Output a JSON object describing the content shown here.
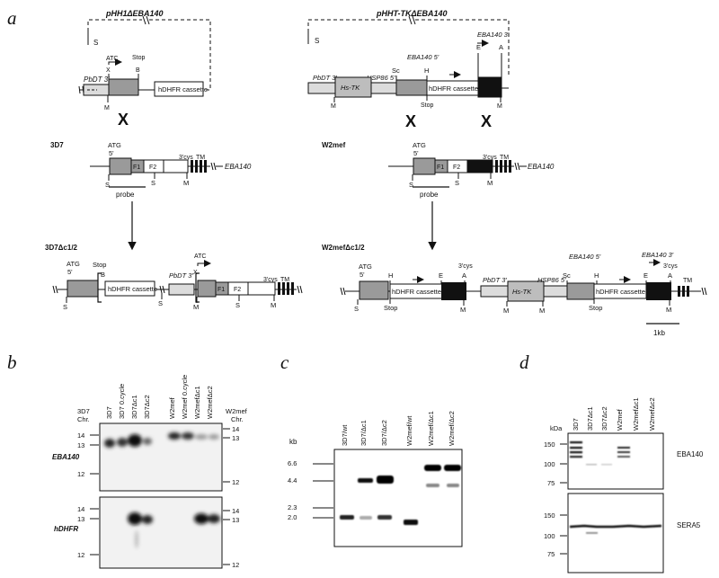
{
  "panels": {
    "a": "a",
    "b": "b",
    "c": "c",
    "d": "d"
  },
  "a": {
    "plasmid1": {
      "title": "pHH1ΔEBA140",
      "S": "S",
      "ATC": "ATC",
      "Stop": "Stop",
      "X": "X",
      "B": "B",
      "M": "M",
      "PbDT3": "PbDT 3'",
      "hDHFR": "hDHFR cassette",
      "cross": "X"
    },
    "plasmid2": {
      "title": "pHHT-TKΔEBA140",
      "S": "S",
      "PbDT3": "PbDT 3'",
      "HSP86": "HSP86 5'",
      "HsTK": "Hs-TK",
      "EBA5": "EBA140 5'",
      "EBA3": "EBA140 3'",
      "Sc": "Sc",
      "H": "H",
      "E": "E",
      "A": "A",
      "hDHFR": "hDHFR cassette",
      "M1": "M",
      "M2": "M",
      "Stop": "Stop",
      "cross1": "X",
      "cross2": "X"
    },
    "locus1": {
      "strain": "3D7",
      "ATG": "ATG",
      "five": "5'",
      "F1": "F1",
      "F2": "F2",
      "cys": "3'cys",
      "TM": "TM",
      "gene": "EBA140",
      "S1": "S",
      "S2": "S",
      "M": "M",
      "probe": "probe"
    },
    "locus2": {
      "strain": "W2mef",
      "ATG": "ATG",
      "five": "5'",
      "F1": "F1",
      "F2": "F2",
      "cys": "3'cys",
      "TM": "TM",
      "gene": "EBA140",
      "S1": "S",
      "S2": "S",
      "M": "M",
      "probe": "probe"
    },
    "mut1": {
      "strain": "3D7Δc1/2",
      "ATG": "ATG",
      "five": "5'",
      "Stop": "Stop",
      "B": "B",
      "hDHFR": "hDHFR cassette",
      "PbDT3": "PbDT 3'",
      "ATC": "ATC",
      "X": "X",
      "F1": "F1",
      "F2": "F2",
      "cys": "3'cys",
      "TM": "TM",
      "S1": "S",
      "S2": "S",
      "S3": "S",
      "M1": "M",
      "M2": "M"
    },
    "mut2": {
      "strain": "W2mefΔc1/2",
      "ATG": "ATG",
      "five": "5'",
      "H1": "H",
      "E": "E",
      "cys1": "3'cys",
      "A1": "A",
      "hDHFR1": "hDHFR cassette",
      "Stop1": "Stop",
      "PbDT3": "PbDT 3'",
      "HsTK": "Hs-TK",
      "HSP86": "HSP86 5'",
      "Sc": "Sc",
      "EBA5": "EBA140 5'",
      "EBA3": "EBA140 3'",
      "H2": "H",
      "hDHFR2": "hDHFR cassette",
      "Stop2": "Stop",
      "E2": "E",
      "cys2": "3'cys",
      "A2": "A",
      "TM": "TM",
      "S": "S",
      "M1": "M",
      "M2": "M",
      "M3": "M",
      "M4": "M",
      "scale": "1kb"
    }
  },
  "b": {
    "lanes": [
      "3D7",
      "3D7 0.cycle",
      "3D7Δc1",
      "3D7Δc2",
      "W2mef",
      "W2mef 0.cycle",
      "W2mefΔc1",
      "W2mefΔc2"
    ],
    "left_header": [
      "3D7",
      "Chr."
    ],
    "right_header": [
      "W2mef",
      "Chr."
    ],
    "top_label": "EBA140",
    "bottom_label": "hDHFR",
    "top_left_ticks": [
      "14",
      "13",
      "12"
    ],
    "top_right_ticks": [
      "14",
      "13",
      "12"
    ],
    "bottom_left_ticks": [
      "14",
      "13",
      "12"
    ],
    "bottom_right_ticks": [
      "14",
      "13",
      "12"
    ]
  },
  "c": {
    "unit": "kb",
    "lanes": [
      "3D7/wt",
      "3D7/Δc1",
      "3D7/Δc2",
      "W2mef/wt",
      "W2mef/Δc1",
      "W2mef/Δc2"
    ],
    "ticks": [
      "6.6",
      "4.4",
      "2.3",
      "2.0"
    ]
  },
  "d": {
    "unit": "kDa",
    "lanes": [
      "3D7",
      "3D7Δc1",
      "3D7Δc2",
      "W2mef",
      "W2mefΔc1",
      "W2mefΔc2"
    ],
    "top_ticks": [
      "150",
      "100",
      "75"
    ],
    "bottom_ticks": [
      "150",
      "100",
      "75"
    ],
    "top_label": "EBA140",
    "bottom_label": "SERA5"
  }
}
